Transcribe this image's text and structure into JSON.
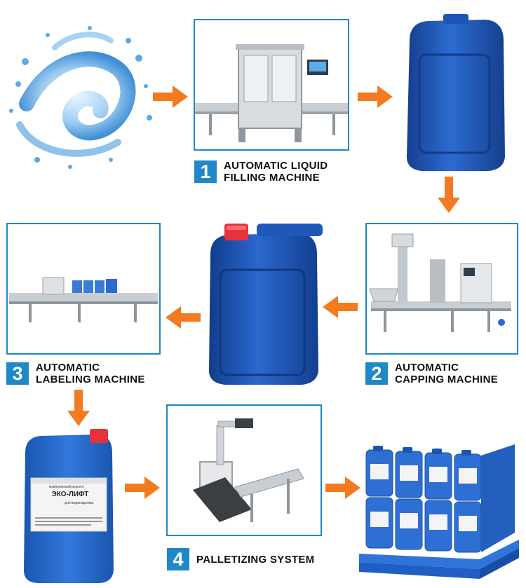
{
  "steps": [
    {
      "number": "1",
      "label": "AUTOMATIC LIQUID\nFILLING MACHINE"
    },
    {
      "number": "2",
      "label": "AUTOMATIC\nCAPPING MACHINE"
    },
    {
      "number": "3",
      "label": "AUTOMATIC\nLABELING MACHINE"
    },
    {
      "number": "4",
      "label": "PALLETIZING SYSTEM"
    }
  ],
  "product_label": {
    "line1": "комплексный реагент",
    "line2": "ЭКО-ЛИФТ",
    "line3": "для водоподъёма"
  },
  "colors": {
    "accent_blue": "#1e88c8",
    "arrow_orange": "#f47a20",
    "canister_blue": "#1f5fc4",
    "cap_red": "#e8323a"
  },
  "icons": [
    "water-splash-icon",
    "arrow-right-icon",
    "arrow-down-icon",
    "arrow-left-icon"
  ]
}
